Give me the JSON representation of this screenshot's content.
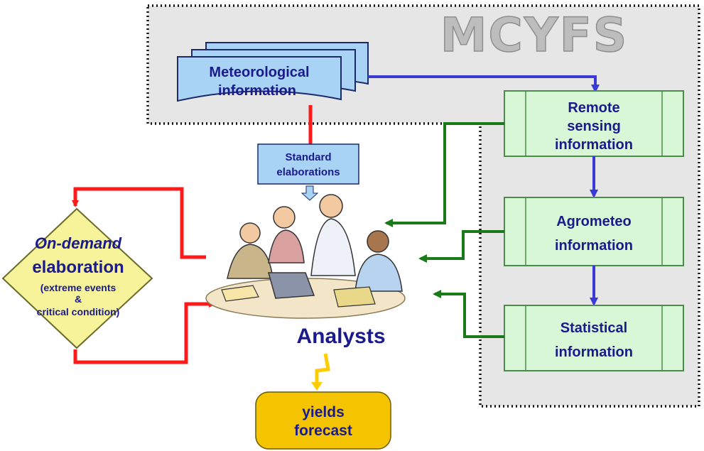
{
  "system": {
    "name": "MCYFS"
  },
  "sources": {
    "meteorological": [
      "Meteorological",
      "information"
    ],
    "remote_sensing": [
      "Remote",
      "sensing",
      "information"
    ],
    "agrometeo": [
      "Agrometeo",
      "information"
    ],
    "statistical": [
      "Statistical",
      "information"
    ]
  },
  "processing": {
    "standard": [
      "Standard",
      "elaborations"
    ],
    "on_demand_title": "On-demand",
    "on_demand_subtitle": "elaboration",
    "on_demand_note": [
      "(extreme events",
      "&",
      "critical condition)"
    ]
  },
  "actors": {
    "analysts": "Analysts"
  },
  "outputs": {
    "forecast": [
      "yields",
      "forecast"
    ]
  },
  "colors": {
    "meteo_fill": "#a9d3f5",
    "green_box_fill": "#d7f7d6",
    "green_box_border": "#4c8c4a",
    "diamond_fill": "#f7f39a",
    "forecast_fill": "#f4c400",
    "text_blue": "#1a1a8c",
    "arrow_red": "#ff1a1a",
    "arrow_blue": "#3a3ad6",
    "arrow_green": "#1a7a1a",
    "arrow_yellow": "#ffcc00",
    "panel_fill": "#e6e6e6"
  }
}
